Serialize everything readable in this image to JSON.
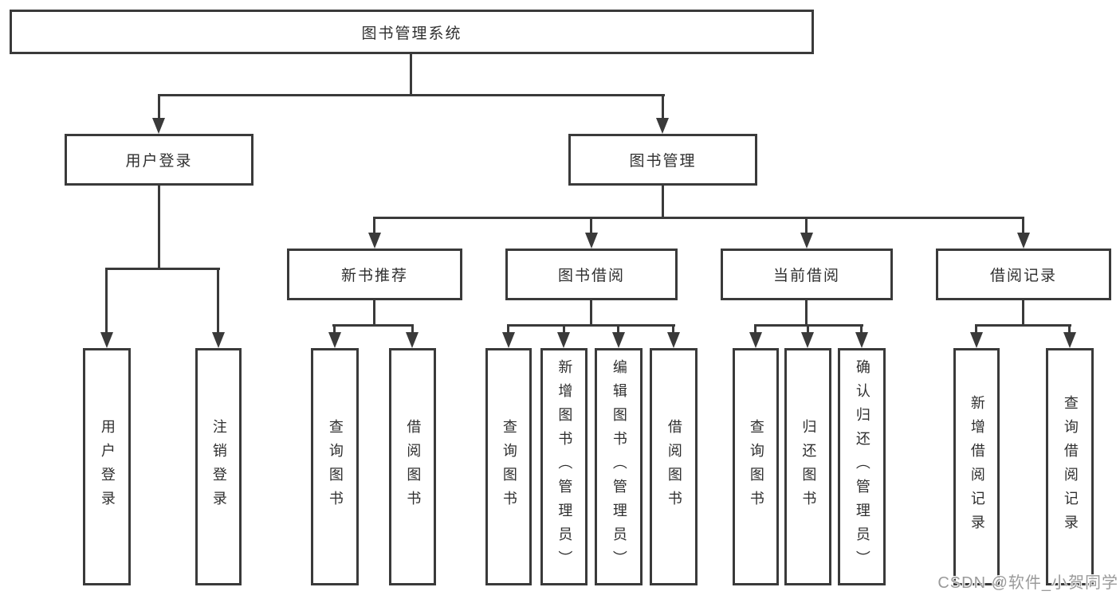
{
  "tree": {
    "root": {
      "label": "图书管理系统"
    },
    "branches": [
      {
        "label": "用户登录",
        "children": [
          {
            "label": "用户登录"
          },
          {
            "label": "注销登录"
          }
        ]
      },
      {
        "label": "图书管理",
        "children": [
          {
            "label": "新书推荐",
            "children": [
              {
                "label": "查询图书"
              },
              {
                "label": "借阅图书"
              }
            ]
          },
          {
            "label": "图书借阅",
            "children": [
              {
                "label": "查询图书"
              },
              {
                "label": "新增图书（管理员）"
              },
              {
                "label": "编辑图书（管理员）"
              },
              {
                "label": "借阅图书"
              }
            ]
          },
          {
            "label": "当前借阅",
            "children": [
              {
                "label": "查询图书"
              },
              {
                "label": "归还图书"
              },
              {
                "label": "确认归还（管理员）"
              }
            ]
          },
          {
            "label": "借阅记录",
            "children": [
              {
                "label": "新增借阅记录"
              },
              {
                "label": "查询借阅记录"
              }
            ]
          }
        ]
      }
    ]
  },
  "watermark": {
    "text": "CSDN @软件_小贺同学"
  },
  "colors": {
    "line": "#3a3a3a",
    "box_border": "#3a3a3a",
    "text": "#2f2f2f",
    "background": "#ffffff",
    "watermark": "#9a9a9a"
  }
}
